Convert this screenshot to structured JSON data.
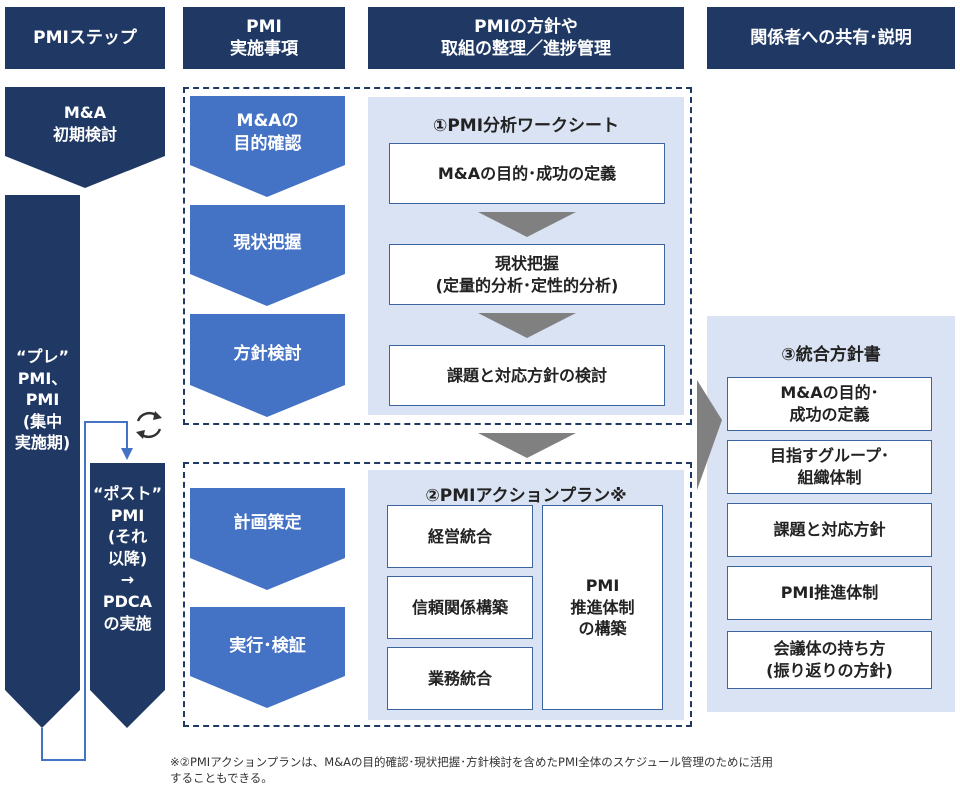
{
  "headers": {
    "steps": "PMIステップ",
    "items": "PMI\n実施事項",
    "policy": "PMIの方針や\n取組の整理／進捗管理",
    "share": "関係者への共有･説明"
  },
  "steps": {
    "initial": "M&A\n初期検討",
    "pre": "“プレ”\nPMI、\nPMI\n(集中\n実施期)",
    "post": "“ポスト”\nPMI\n(それ\n以降)\n→\nPDCA\nの実施"
  },
  "items": {
    "purpose": "M&Aの\n目的確認",
    "current": "現状把握",
    "policy": "方針検討",
    "plan": "計画策定",
    "execute": "実行･検証"
  },
  "worksheet": {
    "title": "①PMI分析ワークシート",
    "box1": "M&Aの目的･成功の定義",
    "box2": "現状把握\n(定量的分析･定性的分析)",
    "box3": "課題と対応方針の検討"
  },
  "action_plan": {
    "title": "②PMIアクションプラン※",
    "mgmt": "経営統合",
    "trust": "信頼関係構築",
    "business": "業務統合",
    "structure": "PMI\n推進体制\nの構築"
  },
  "policy_doc": {
    "title": "③統合方針書",
    "item1": "M&Aの目的･\n成功の定義",
    "item2": "目指すグループ･\n組織体制",
    "item3": "課題と対応方針",
    "item4": "PMI推進体制",
    "item5": "会議体の持ち方\n(振り返りの方針)"
  },
  "note": "※②PMIアクションプランは、M&Aの目的確認･現状把握･方針検討を含めたPMI全体のスケジュール管理のために活用\nすることもできる。",
  "colors": {
    "navy": "#1f3864",
    "blue": "#4472c4",
    "panel": "#dae3f3",
    "arrow": "#808080"
  },
  "icons": {
    "cycle": "cycle-arrows-icon"
  }
}
